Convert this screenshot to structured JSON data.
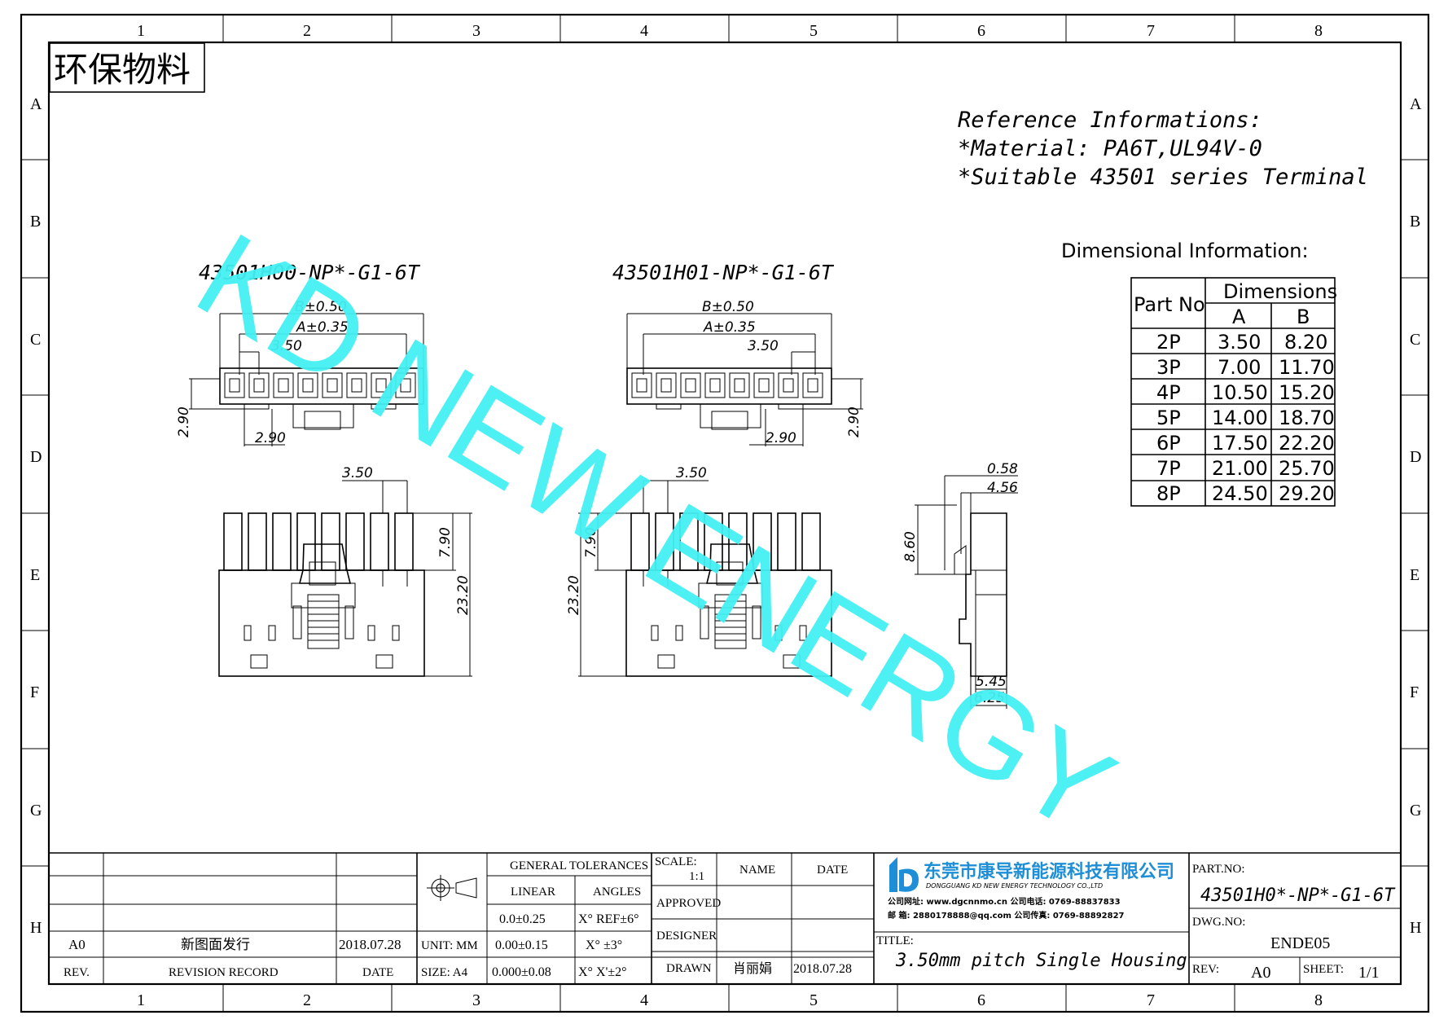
{
  "frame": {
    "col_labels": [
      "1",
      "2",
      "3",
      "4",
      "5",
      "6",
      "7",
      "8"
    ],
    "row_labels": [
      "A",
      "B",
      "C",
      "D",
      "E",
      "F",
      "G",
      "H"
    ]
  },
  "eco_label": "环保物料",
  "reference": {
    "line1": "Reference Informations:",
    "line2": "*Material: PA6T,UL94V-0",
    "line3": "*Suitable 43501 series Terminal"
  },
  "dimensional_title": "Dimensional Information:",
  "dim_table": {
    "h_part": "Part No",
    "h_dim": "Dimensions",
    "h_a": "A",
    "h_b": "B",
    "rows": [
      {
        "part": "2P",
        "a": "3.50",
        "b": "8.20"
      },
      {
        "part": "3P",
        "a": "7.00",
        "b": "11.70"
      },
      {
        "part": "4P",
        "a": "10.50",
        "b": "15.20"
      },
      {
        "part": "5P",
        "a": "14.00",
        "b": "18.70"
      },
      {
        "part": "6P",
        "a": "17.50",
        "b": "22.20"
      },
      {
        "part": "7P",
        "a": "21.00",
        "b": "25.70"
      },
      {
        "part": "8P",
        "a": "24.50",
        "b": "29.20"
      }
    ]
  },
  "views": {
    "left_title": "43501H00-NP*-G1-6T",
    "right_title": "43501H01-NP*-G1-6T",
    "dims": {
      "b": "B±0.50",
      "a": "A±0.35",
      "pitch": "3.50",
      "d290": "2.90",
      "d790": "7.90",
      "d2320": "23.20",
      "d058": "0.58",
      "d456": "4.56",
      "d860": "8.60",
      "d545": "5.45",
      "d625": "6.25"
    }
  },
  "watermark": "KD NEW ENERGY",
  "title_block": {
    "rev_rows": [
      {
        "rev": "A0",
        "record": "新图面发行",
        "date": "2018.07.28"
      }
    ],
    "h_rev": "REV.",
    "h_record": "REVISION RECORD",
    "h_date": "DATE",
    "unit": "UNIT: MM",
    "size": "SIZE: A4",
    "gen_tol": "GENERAL TOLERANCES",
    "linear": "LINEAR",
    "angles": "ANGLES",
    "lin1": "0.0±0.25",
    "lin2": "0.00±0.15",
    "lin3": "0.000±0.08",
    "ang1": "X° REF±6°",
    "ang2": "X° ±3°",
    "ang3": "X° X'±2°",
    "scale_label": "SCALE:",
    "scale_value": "1:1",
    "approved": "APPROVED",
    "designer": "DESIGNER",
    "drawn": "DRAWN",
    "name_h": "NAME",
    "date_h": "DATE",
    "drawn_name": "肖丽娟",
    "drawn_date": "2018.07.28",
    "company_cn": "东莞市康导新能源科技有限公司",
    "company_en": "DONGGUANG KD NEW ENERGY TECHNOLOGY CO.,LTD",
    "contact1": "公司网址: www.dgcnnmo.cn   公司电话: 0769-88837833",
    "contact2": "邮    箱: 2880178888@qq.com  公司传真: 0769-88892827",
    "title_label": "TITLE:",
    "title_value": "3.50mm pitch Single Housing",
    "part_no_label": "PART.NO:",
    "part_no_value": "43501H0*-NP*-G1-6T",
    "dwg_label": "DWG.NO:",
    "dwg_value": "ENDE05",
    "rev_label": "REV:",
    "rev_value": "A0",
    "sheet_label": "SHEET:",
    "sheet_value": "1/1"
  },
  "colors": {
    "watermark": "#44f1f3",
    "logo": "#1e8fd6",
    "line": "#000000"
  }
}
